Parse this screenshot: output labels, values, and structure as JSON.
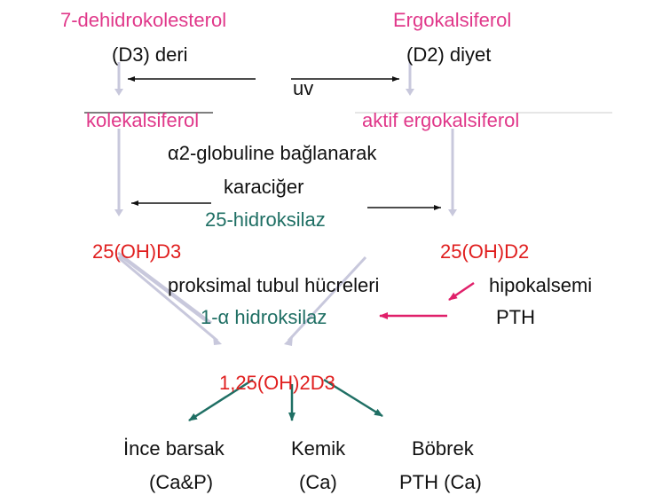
{
  "colors": {
    "pink": "#e0388a",
    "red": "#e01e1e",
    "teal": "#1f6f64",
    "black": "#111111",
    "lavender_arrow": "#c8c8dc",
    "magenta_arrow": "#e0206a",
    "teal_arrow": "#1f6f64"
  },
  "nodes": {
    "dehydro": "7-dehidrokolesterol",
    "ergo": "Ergokalsiferol",
    "d3_skin": "(D3) deri",
    "d2_diet": "(D2) diyet",
    "uv": "uv",
    "kole": "kolekalsiferol",
    "aktif_ergo": "aktif  ergokalsiferol",
    "globulin": "α2-globuline bağlanarak",
    "liver": "karaciğer",
    "hydroxylase25": "25-hidroksilaz",
    "oh_d3": "25(OH)D3",
    "oh_d2": "25(OH)D2",
    "proximal": "proksimal tubul hücreleri",
    "hypocalcemia": "hipokalsemi",
    "alpha_hydroxylase": "1-α hidroksilaz",
    "pth": "PTH",
    "calcitriol": "1,25(OH)2D3",
    "intestine": "İnce barsak",
    "intestine_sub": "(Ca&P)",
    "bone": "Kemik",
    "bone_sub": "(Ca)",
    "kidney": "Böbrek",
    "kidney_sub": "PTH (Ca)"
  }
}
